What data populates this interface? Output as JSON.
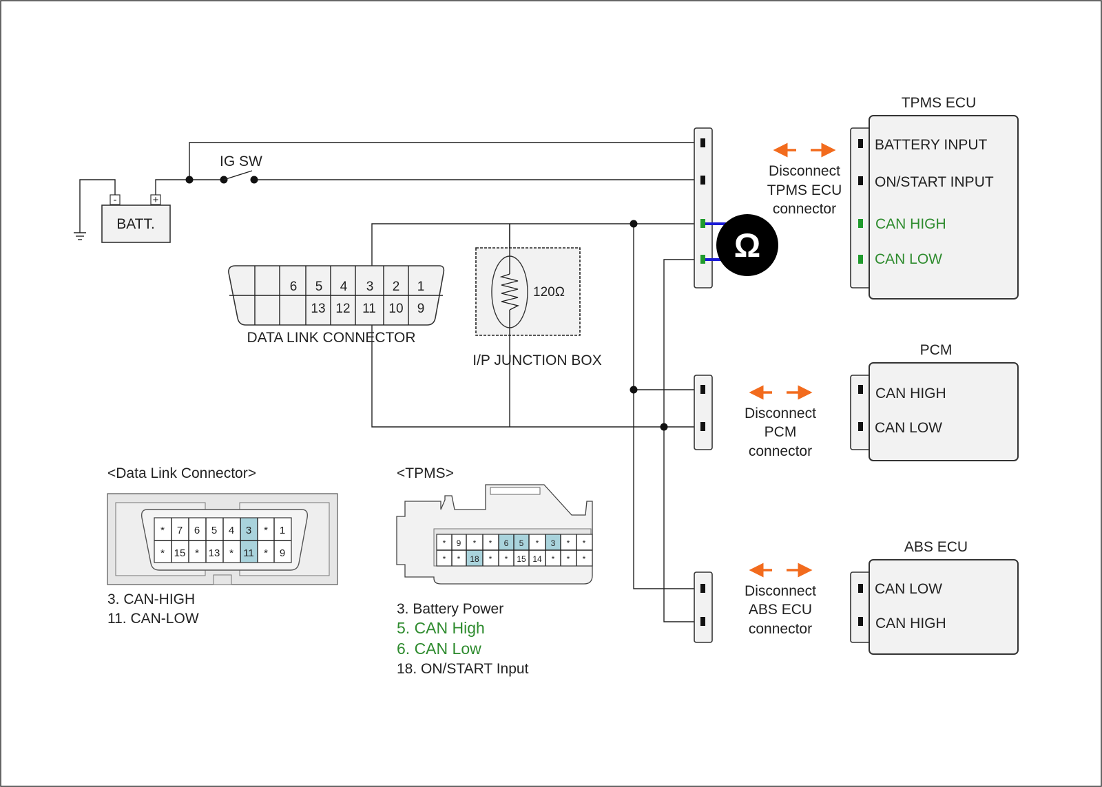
{
  "colors": {
    "wire": "#222222",
    "can_green": "#2e8b2e",
    "disconnect_arrow": "#f26b1d",
    "meter_lead": "#1a1ad6",
    "pin_highlight": "#a9d3dc",
    "box_fill": "#f2f2f2",
    "frame_fill": "#e6e6e6"
  },
  "battery": {
    "label": "BATT.",
    "minus": "-",
    "plus": "+"
  },
  "ig_switch": {
    "label": "IG SW"
  },
  "data_link_connector": {
    "label": "DATA LINK CONNECTOR",
    "top_row": [
      "6",
      "5",
      "4",
      "3",
      "2",
      "1"
    ],
    "bottom_row": [
      "13",
      "12",
      "11",
      "10",
      "9"
    ]
  },
  "junction_box": {
    "label": "I/P JUNCTION BOX",
    "resistor": "120Ω"
  },
  "ohmmeter": {
    "symbol": "Ω"
  },
  "modules": [
    {
      "title": "TPMS ECU",
      "pins": [
        "BATTERY INPUT",
        "ON/START INPUT",
        "CAN HIGH",
        "CAN LOW"
      ],
      "disconnect": [
        "Disconnect",
        "TPMS ECU",
        "connector"
      ]
    },
    {
      "title": "PCM",
      "pins": [
        "CAN HIGH",
        "CAN LOW"
      ],
      "disconnect": [
        "Disconnect",
        "PCM",
        "connector"
      ]
    },
    {
      "title": "ABS ECU",
      "pins": [
        "CAN LOW",
        "CAN HIGH"
      ],
      "disconnect": [
        "Disconnect",
        "ABS ECU",
        "connector"
      ]
    }
  ],
  "dlc_detail": {
    "title": "<Data Link Connector>",
    "top_row": [
      "*",
      "7",
      "6",
      "5",
      "4",
      "3",
      "*",
      "1"
    ],
    "bottom_row": [
      "*",
      "15",
      "*",
      "13",
      "*",
      "11",
      "*",
      "9"
    ],
    "legend": [
      "3. CAN-HIGH",
      "11. CAN-LOW"
    ]
  },
  "tpms_detail": {
    "title": "<TPMS>",
    "top_row": [
      "*",
      "9",
      "*",
      "*",
      "6",
      "5",
      "*",
      "3",
      "*",
      "*"
    ],
    "bottom_row": [
      "*",
      "*",
      "18",
      "*",
      "*",
      "15",
      "14",
      "*",
      "*",
      "*"
    ],
    "legend": [
      "3. Battery Power",
      "5. CAN High",
      "6. CAN Low",
      "18. ON/START Input"
    ]
  }
}
